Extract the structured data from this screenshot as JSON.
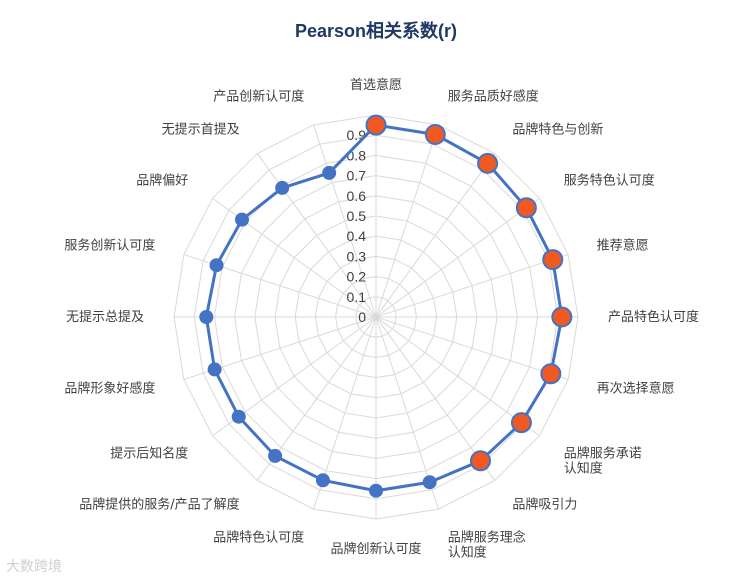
{
  "chart_data": {
    "type": "radar",
    "title": "Pearson相关系数(r)",
    "categories": [
      "首选意愿",
      "服务品质好感度",
      "品牌特色与创新",
      "服务特色认可度",
      "推荐意愿",
      "产品特色认可度",
      "再次选择意愿",
      "品牌服务承诺\n认知度",
      "品牌吸引力",
      "品牌服务理念\n认知度",
      "品牌创新认可度",
      "品牌特色认可度",
      "品牌提供的服务/产品了解度",
      "提示后知名度",
      "品牌形象好感度",
      "无提示总提及",
      "服务创新认可度",
      "品牌偏好",
      "无提示首提及",
      "产品创新认可度"
    ],
    "values": [
      0.95,
      0.95,
      0.94,
      0.92,
      0.92,
      0.92,
      0.91,
      0.89,
      0.88,
      0.86,
      0.86,
      0.85,
      0.85,
      0.84,
      0.84,
      0.84,
      0.83,
      0.82,
      0.79,
      0.75
    ],
    "highlight_count": 9,
    "rlim": [
      0,
      1
    ],
    "ticks": [
      "0",
      "0.1",
      "0.2",
      "0.3",
      "0.4",
      "0.5",
      "0.6",
      "0.7",
      "0.8",
      "0.9",
      "1"
    ],
    "grid": true,
    "legend": "none",
    "colors": {
      "line": "#4472c4",
      "marker": "#4472c4",
      "highlight_marker": "#f05a22",
      "highlight_edge": "#4472c4",
      "grid": "#d9d9d9",
      "title": "#1f3864"
    }
  },
  "watermark": "大数跨境"
}
